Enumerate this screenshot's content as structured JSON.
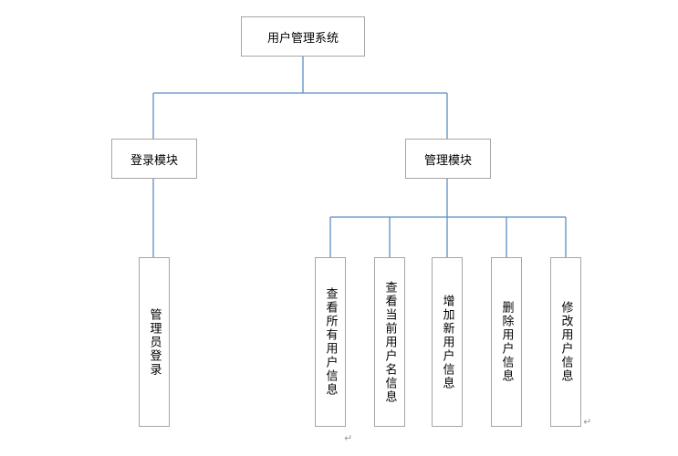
{
  "diagram": {
    "root": {
      "label": "用户管理系统"
    },
    "modules": [
      {
        "label": "登录模块"
      },
      {
        "label": "管理模块"
      }
    ],
    "leaves": [
      {
        "label": "管理员登录"
      },
      {
        "label": "查看所有用户信息"
      },
      {
        "label": "查看当前用户名信息"
      },
      {
        "label": "增加新用户信息"
      },
      {
        "label": "删除用户信息"
      },
      {
        "label": "修改用户信息"
      }
    ],
    "return_mark": "↵"
  },
  "colors": {
    "connector": "#5b8ec2",
    "border": "#a6a6a6"
  }
}
